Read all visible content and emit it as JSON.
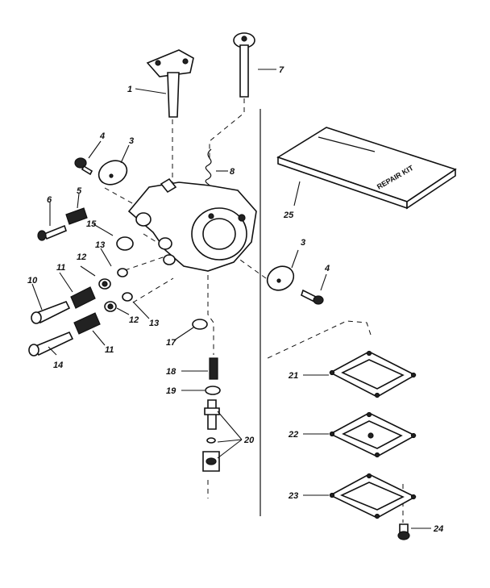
{
  "kit_label": "REPAIR KIT",
  "callouts": [
    {
      "id": "1",
      "label": "1"
    },
    {
      "id": "3a",
      "label": "3"
    },
    {
      "id": "3b",
      "label": "3"
    },
    {
      "id": "4a",
      "label": "4"
    },
    {
      "id": "4b",
      "label": "4"
    },
    {
      "id": "5",
      "label": "5"
    },
    {
      "id": "6",
      "label": "6"
    },
    {
      "id": "7",
      "label": "7"
    },
    {
      "id": "8",
      "label": "8"
    },
    {
      "id": "10",
      "label": "10"
    },
    {
      "id": "11a",
      "label": "11"
    },
    {
      "id": "11b",
      "label": "11"
    },
    {
      "id": "12a",
      "label": "12"
    },
    {
      "id": "12b",
      "label": "12"
    },
    {
      "id": "13a",
      "label": "13"
    },
    {
      "id": "13b",
      "label": "13"
    },
    {
      "id": "14",
      "label": "14"
    },
    {
      "id": "15",
      "label": "15"
    },
    {
      "id": "17",
      "label": "17"
    },
    {
      "id": "18",
      "label": "18"
    },
    {
      "id": "19",
      "label": "19"
    },
    {
      "id": "20",
      "label": "20"
    },
    {
      "id": "21",
      "label": "21"
    },
    {
      "id": "22",
      "label": "22"
    },
    {
      "id": "23",
      "label": "23"
    },
    {
      "id": "24",
      "label": "24"
    },
    {
      "id": "25",
      "label": "25"
    }
  ]
}
